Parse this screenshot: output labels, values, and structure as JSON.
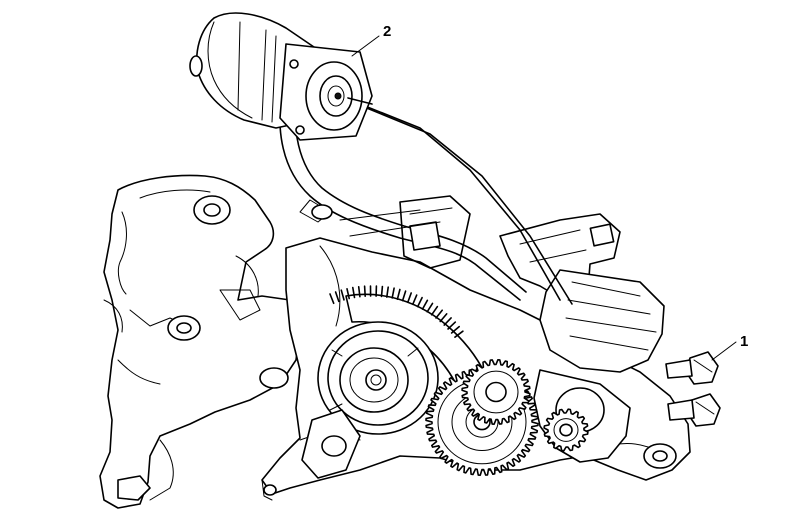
{
  "figure": {
    "callouts": [
      {
        "id": "callout-1",
        "label": "1"
      },
      {
        "id": "callout-2",
        "label": "2"
      }
    ],
    "colors": {
      "line": "#000000",
      "background": "#ffffff"
    }
  }
}
